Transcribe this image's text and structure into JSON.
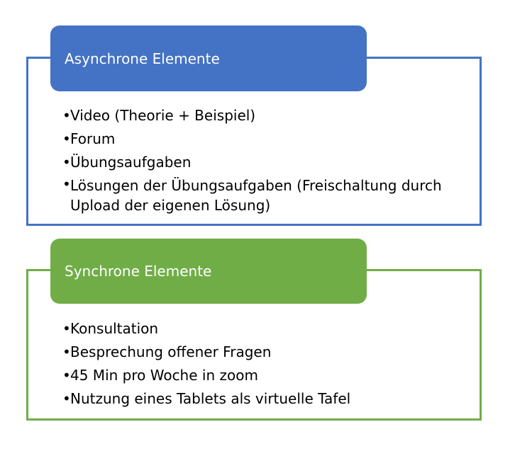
{
  "async": {
    "title": "Asynchrone Elemente",
    "color": "#4472C4",
    "items": [
      "Video (Theorie + Beispiel)",
      "Forum",
      "Übungsaufgaben",
      "Lösungen der Übungsaufgaben (Freischaltung durch Upload der eigenen Lösung)"
    ]
  },
  "sync": {
    "title": "Synchrone Elemente",
    "color": "#70AD47",
    "items": [
      "Konsultation",
      "Besprechung offener Fragen",
      "45 Min pro Woche in zoom",
      "Nutzung eines Tablets als virtuelle Tafel"
    ]
  },
  "bullet_glyph": "•"
}
